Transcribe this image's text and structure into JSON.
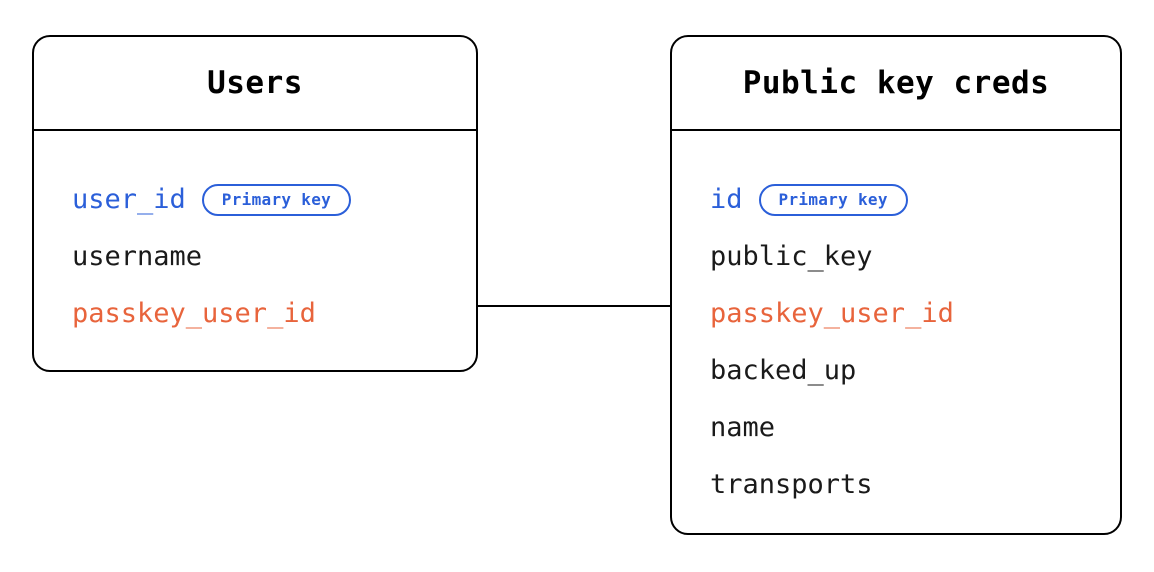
{
  "diagram": {
    "type": "entity-relationship-diagram",
    "background_color": "#FFFFFF",
    "colors": {
      "border": "#000000",
      "primary_key": "#2B5FD9",
      "foreign_key": "#E8643C",
      "plain_field": "#1A1A1A",
      "badge_border": "#2B5FD9",
      "badge_text": "#2B5FD9"
    },
    "entities": [
      {
        "id": "users",
        "title": "Users",
        "fields": [
          {
            "name": "user_id",
            "role": "pk",
            "badge": "Primary key"
          },
          {
            "name": "username",
            "role": "plain",
            "badge": null
          },
          {
            "name": "passkey_user_id",
            "role": "fk",
            "badge": null
          }
        ]
      },
      {
        "id": "public_key_creds",
        "title": "Public key creds",
        "fields": [
          {
            "name": "id",
            "role": "pk",
            "badge": "Primary key"
          },
          {
            "name": "public_key",
            "role": "plain",
            "badge": null
          },
          {
            "name": "passkey_user_id",
            "role": "fk",
            "badge": null
          },
          {
            "name": "backed_up",
            "role": "plain",
            "badge": null
          },
          {
            "name": "name",
            "role": "plain",
            "badge": null
          },
          {
            "name": "transports",
            "role": "plain",
            "badge": null
          }
        ]
      }
    ],
    "relationships": [
      {
        "id": "users-to-public-key-creds",
        "from_entity": "users",
        "from_field": "passkey_user_id",
        "to_entity": "public_key_creds",
        "to_field": "passkey_user_id",
        "style": "solid-line"
      }
    ]
  }
}
